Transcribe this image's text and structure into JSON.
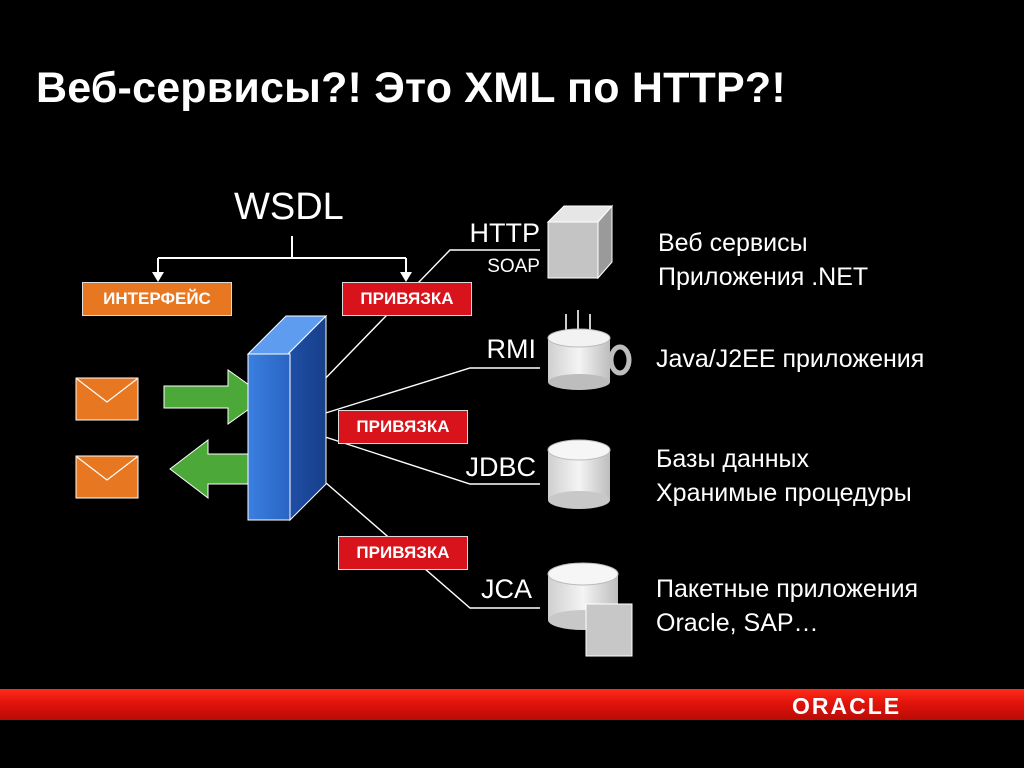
{
  "title": "Веб-сервисы?! Это XML по HTTP?!",
  "wsdl_label": "WSDL",
  "tags": {
    "interface": "ИНТЕРФЕЙС",
    "binding_top": "ПРИВЯЗКА",
    "binding_mid": "ПРИВЯЗКА",
    "binding_low": "ПРИВЯЗКА"
  },
  "protocols": {
    "http": "HTTP",
    "soap": "SOAP",
    "rmi": "RMI",
    "jdbc": "JDBC",
    "jca": "JCA"
  },
  "descriptions": {
    "web_line1": "Веб сервисы",
    "web_line2": "Приложения .NET",
    "java": "Java/J2EE приложения",
    "db_line1": "Базы данных",
    "db_line2": "Хранимые процедуры",
    "pkg_line1": "Пакетные приложения",
    "pkg_line2": "Oracle, SAP…"
  },
  "footer": {
    "brand": "ORACLE"
  },
  "colors": {
    "background": "#000000",
    "interface_tag": "#e87722",
    "binding_tag": "#d9131c",
    "envelope": "#e87722",
    "arrow": "#4da83a",
    "service_box": "#2f6fd0",
    "footer_bar": "#e1140c"
  }
}
